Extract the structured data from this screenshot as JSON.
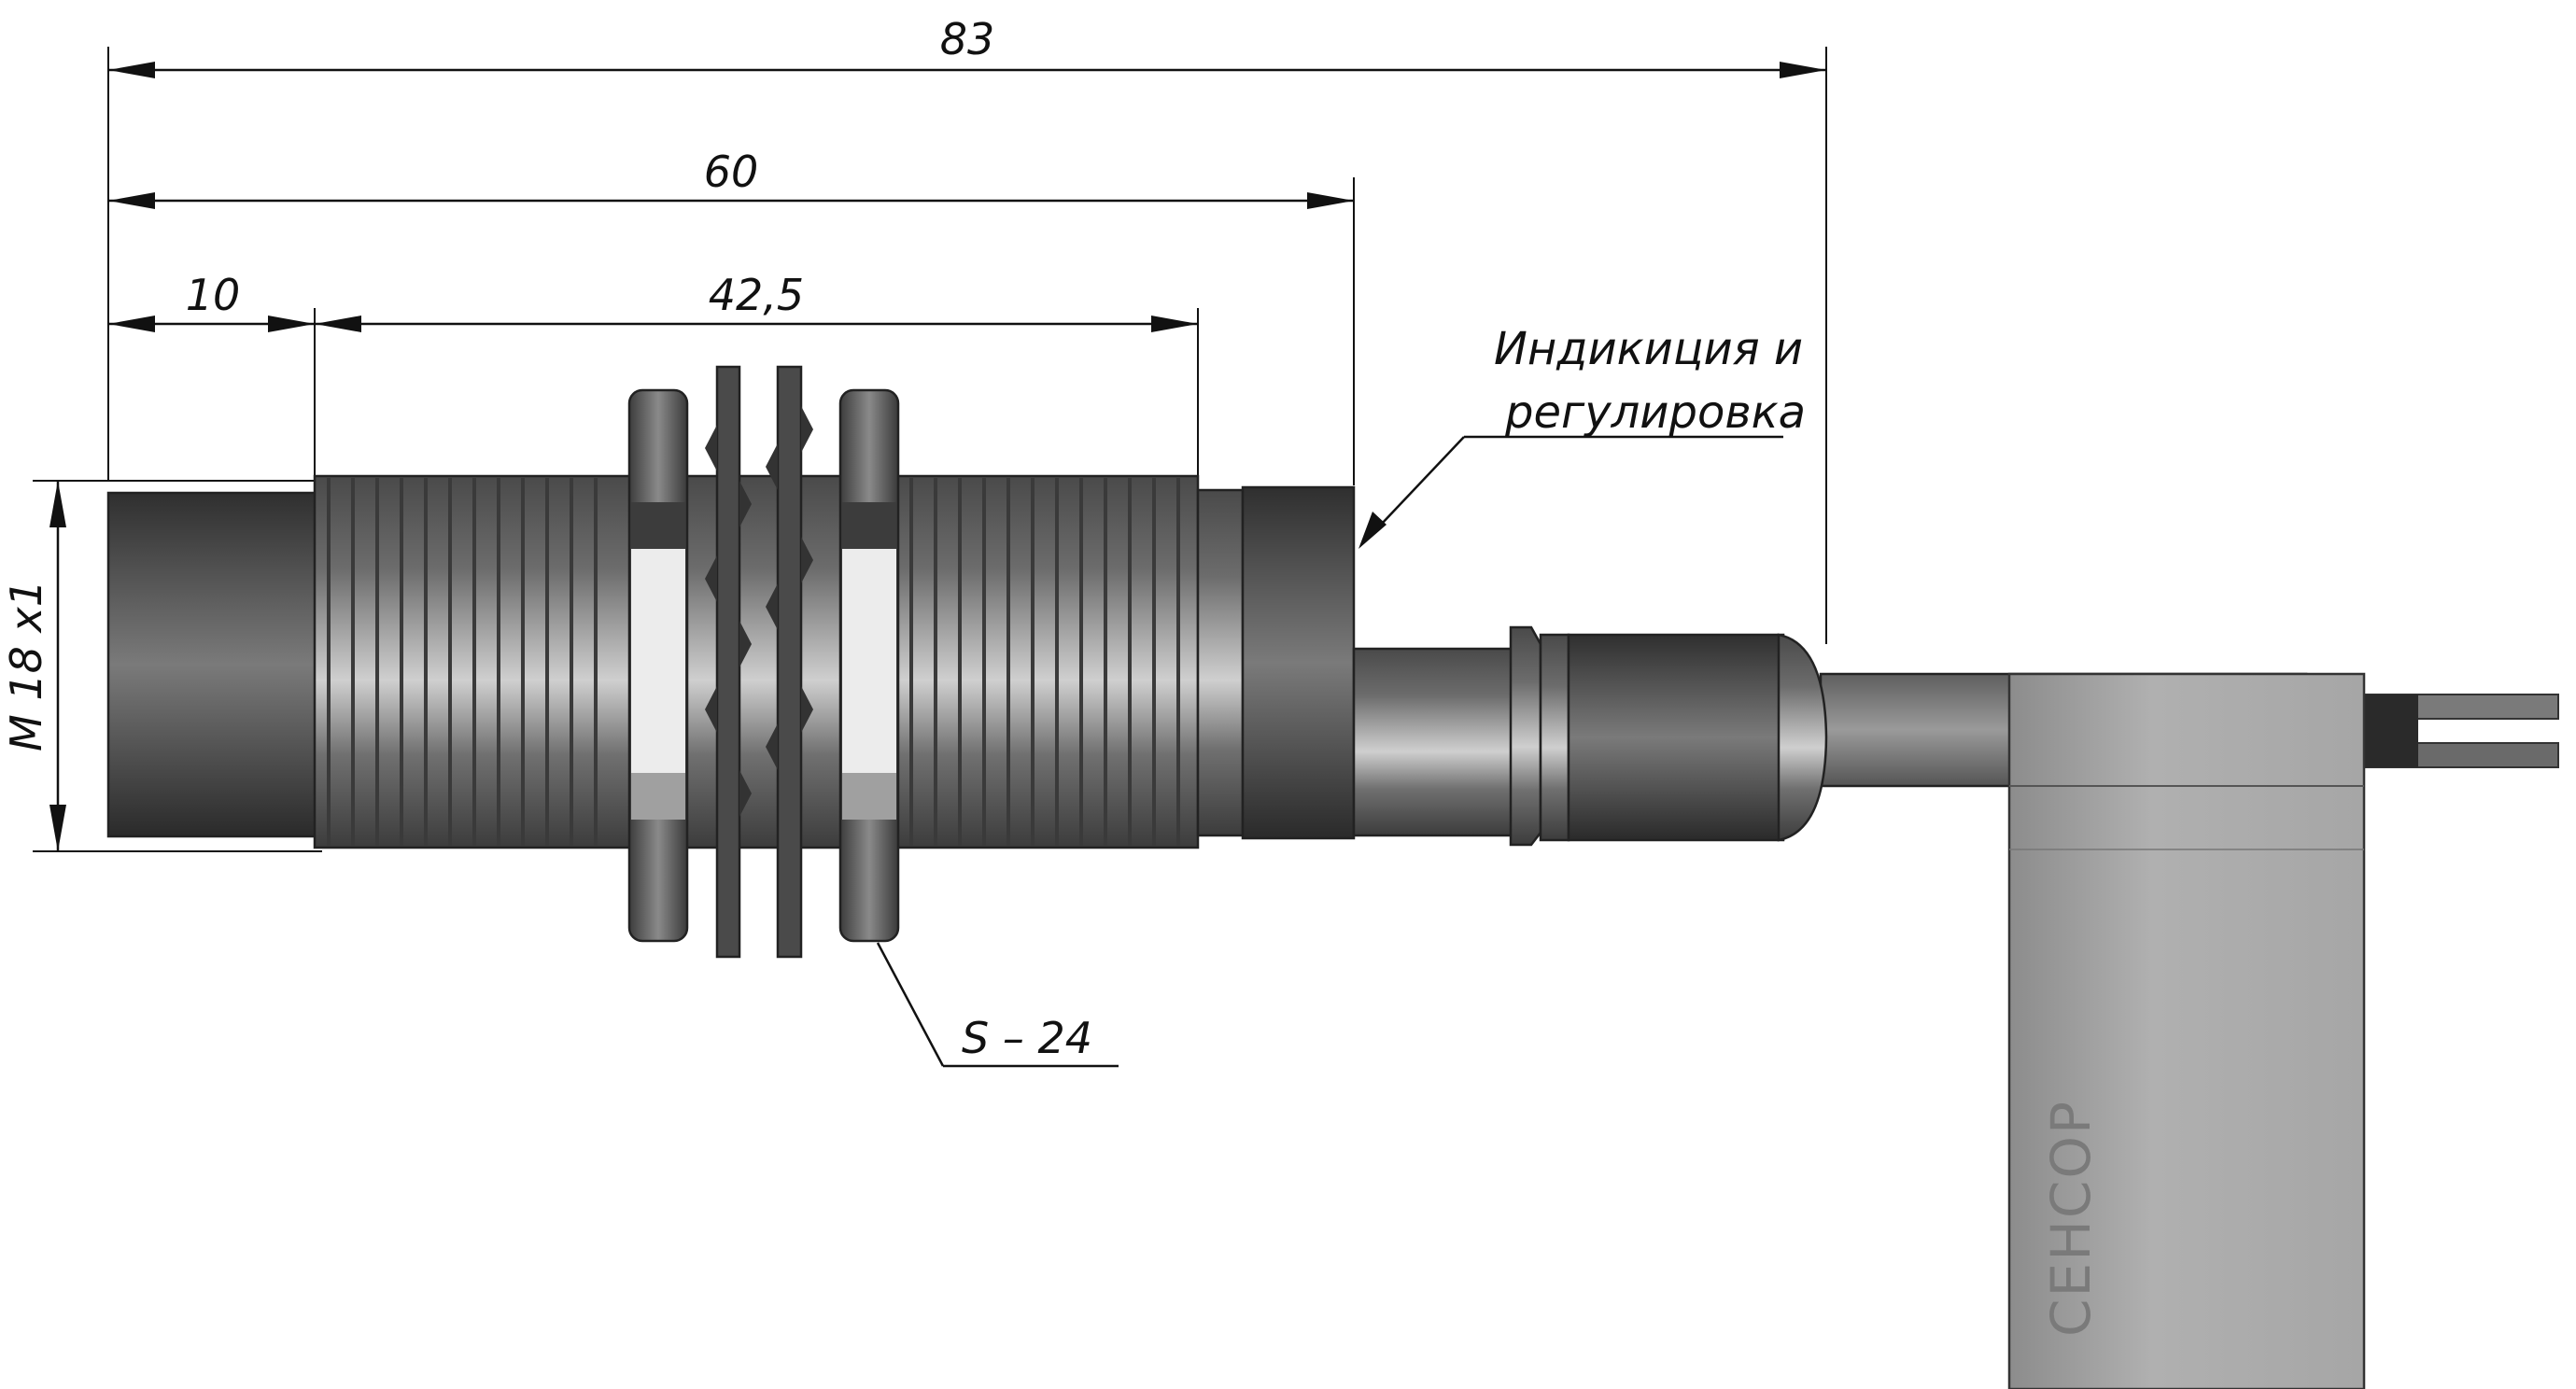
{
  "dimensions": {
    "overall_length": "83",
    "body_length": "60",
    "front_length": "10",
    "thread_length": "42,5",
    "thread_size": "M 18 x1",
    "nut_size": "S – 24"
  },
  "annotations": {
    "indication_line1": "Индикиция и",
    "indication_line2": "регулировка"
  },
  "brand": {
    "label": "СЕНСОР"
  }
}
